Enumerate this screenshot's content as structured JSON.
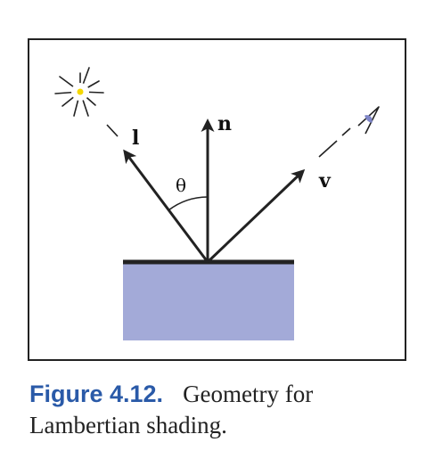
{
  "diagram": {
    "labels": {
      "light": "l",
      "normal": "n",
      "view": "v",
      "angle": "θ"
    },
    "colors": {
      "surface_fill": "#a3aad8",
      "surface_edge": "#222222",
      "arrows": "#222222",
      "light_center": "#f5d800",
      "eye_iris": "#7f86c8"
    },
    "icons": [
      "light-source-icon",
      "eye-icon"
    ]
  },
  "caption": {
    "figure_label": "Figure 4.12.",
    "text": "Geometry for Lambertian shading."
  }
}
